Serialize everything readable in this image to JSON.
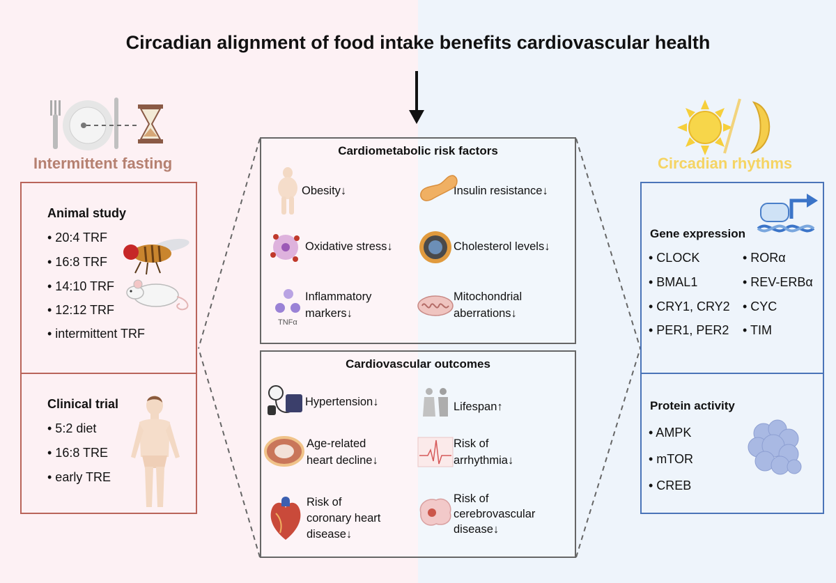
{
  "title": "Circadian alignment of food intake benefits cardiovascular health",
  "left": {
    "heading": "Intermittent fasting",
    "animal": {
      "title": "Animal study",
      "items": [
        "• 20:4 TRF",
        "• 16:8 TRF",
        "• 14:10 TRF",
        "• 12:12 TRF",
        "• intermittent TRF"
      ]
    },
    "clinical": {
      "title": "Clinical trial",
      "items": [
        "• 5:2 diet",
        "• 16:8 TRE",
        "• early TRE"
      ]
    }
  },
  "right": {
    "heading": "Circadian rhythms",
    "gene": {
      "title": "Gene expression",
      "col1": [
        "• CLOCK",
        "• BMAL1",
        "• CRY1, CRY2",
        "• PER1, PER2"
      ],
      "col2": [
        "• RORα",
        "• REV-ERBα",
        "• CYC",
        "• TIM"
      ]
    },
    "protein": {
      "title": "Protein activity",
      "items": [
        "• AMPK",
        "• mTOR",
        "• CREB"
      ]
    }
  },
  "risk": {
    "title": "Cardiometabolic risk factors",
    "obesity": "Obesity↓",
    "insulin": "Insulin resistance↓",
    "oxidative": "Oxidative stress↓",
    "cholesterol": "Cholesterol levels↓",
    "inflam_1": "Inflammatory",
    "inflam_2": "markers↓",
    "tnf": "TNFα",
    "mito_1": "Mitochondrial",
    "mito_2": "aberrations↓"
  },
  "outcomes": {
    "title": "Cardiovascular outcomes",
    "hypertension": "Hypertension↓",
    "lifespan": "Lifespan↑",
    "age_1": "Age-related",
    "age_2": "heart decline↓",
    "arr_1": "Risk of",
    "arr_2": "arrhythmia↓",
    "cor_1": "Risk of",
    "cor_2": "coronary heart",
    "cor_3": "disease↓",
    "cer_1": "Risk of",
    "cer_2": "cerebrovascular",
    "cer_3": "disease↓"
  },
  "colors": {
    "left_border": "#b9645a",
    "right_border": "#4a74b8",
    "left_heading": "#b58070",
    "right_heading": "#f5d463",
    "left_bg": "#fdf1f4",
    "right_bg": "#eef4fb"
  }
}
